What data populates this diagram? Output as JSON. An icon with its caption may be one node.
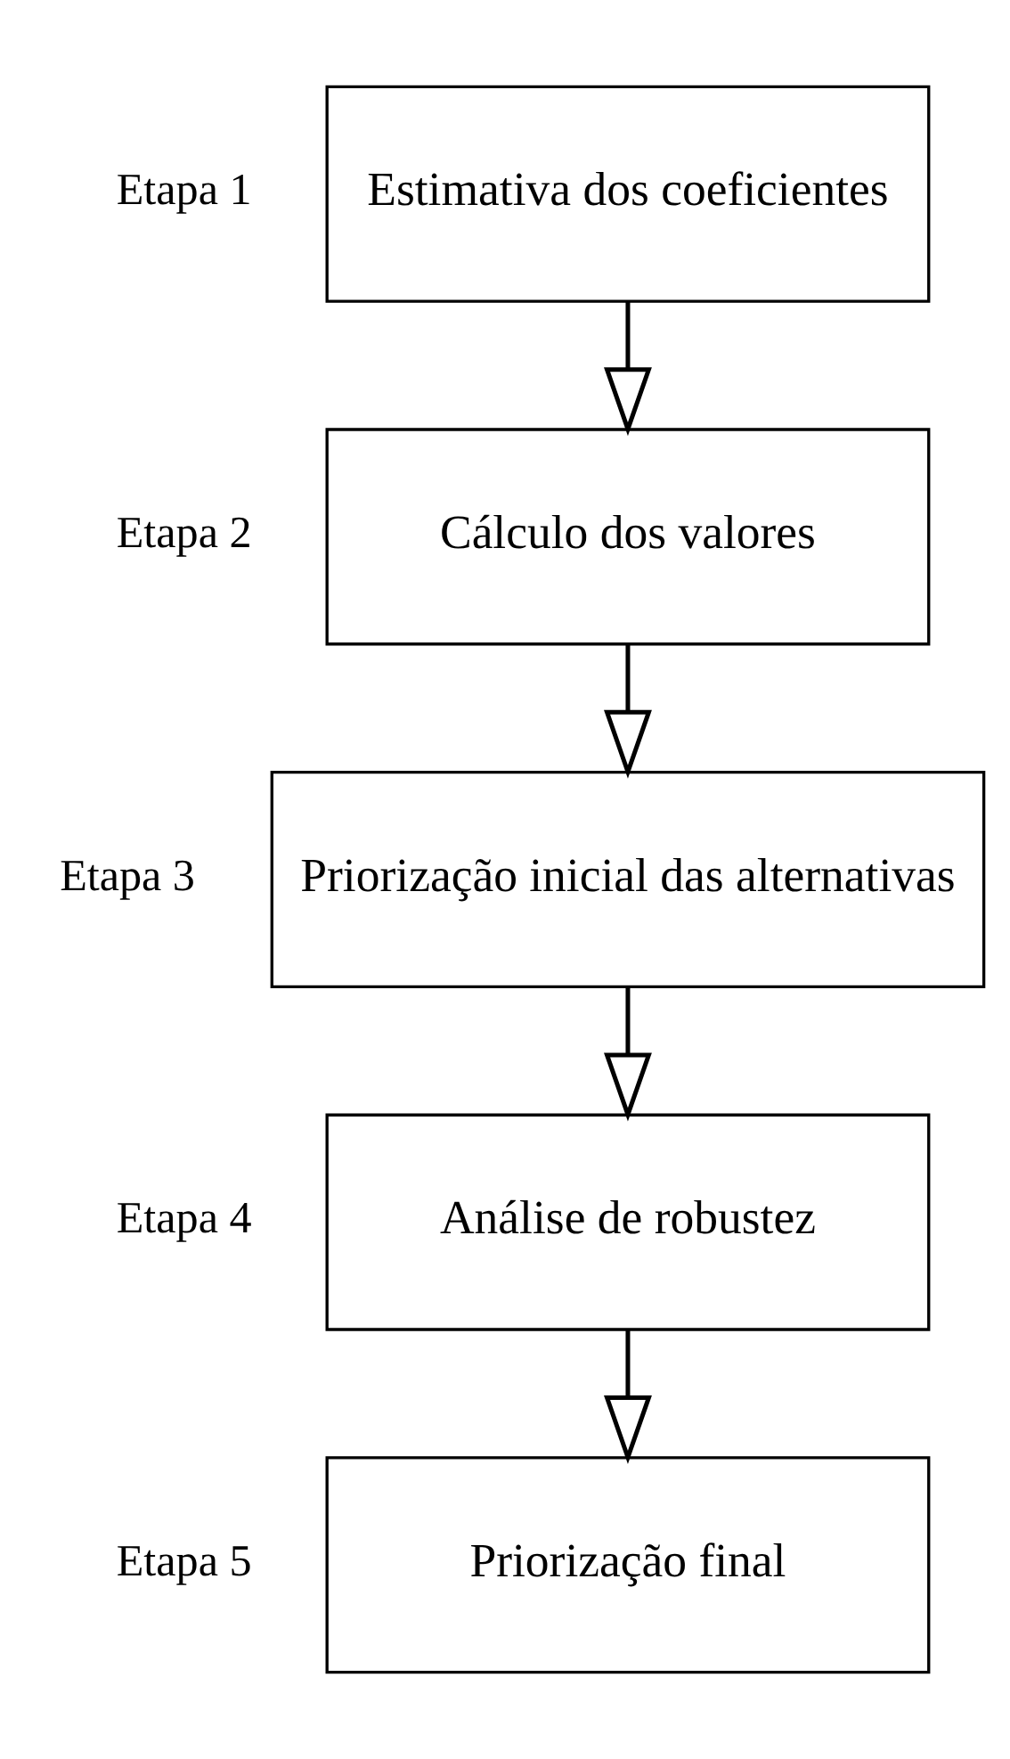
{
  "diagram": {
    "nodes": [
      {
        "text": [
          "Estimativa dos coeficientes"
        ],
        "beside": [
          "Etapa 1"
        ]
      },
      {
        "text": [
          "Cálculo dos valores"
        ],
        "beside": [
          "Etapa 2"
        ]
      },
      {
        "text": [
          "Priorização inicial das alternativas"
        ],
        "beside": [
          "Etapa 3"
        ]
      },
      {
        "text": [
          "Análise de robustez"
        ],
        "beside": [
          "Etapa 4"
        ]
      },
      {
        "text": [
          "Priorização final"
        ],
        "beside": [
          "Etapa 5"
        ]
      }
    ],
    "edges": [
      {
        "from": 0,
        "to": 1,
        "arrow": "to"
      },
      {
        "from": 1,
        "to": 2,
        "arrow": "to"
      },
      {
        "from": 2,
        "to": 3,
        "arrow": "to"
      },
      {
        "from": 3,
        "to": 4,
        "arrow": "to"
      }
    ]
  }
}
